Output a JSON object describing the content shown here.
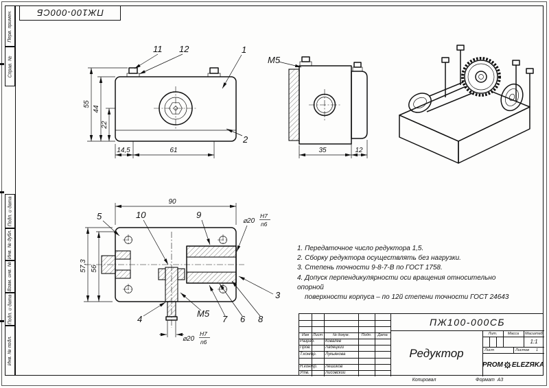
{
  "sheet": {
    "top_code": "ПЖ100-000СБ",
    "kopiroval": "Копировал",
    "format_label": "Формат",
    "format_value": "А3"
  },
  "side_stamps": [
    "Перв. примен.",
    "Справ. №",
    "Подп. и дата",
    "Инв. № дубл.",
    "Взам. инв. №",
    "Подп. и дата",
    "Инв. № подл."
  ],
  "front_view": {
    "callout_11": "11",
    "callout_12": "12",
    "callout_1": "1",
    "callout_2": "2",
    "dim_total_height": "55",
    "dim_body_height": "44",
    "dim_axis_height": "22",
    "dim_bolt_offset": "14,5",
    "dim_bolt_spacing": "61"
  },
  "side_view": {
    "thread": "М5",
    "dim_body_width": "35",
    "dim_flange_width": "12"
  },
  "section_view": {
    "callout_5": "5",
    "callout_10": "10",
    "callout_9": "9",
    "callout_4": "4",
    "callout_7": "7",
    "callout_6": "6",
    "callout_8": "8",
    "callout_3": "3",
    "dim_width": "90",
    "dim_height_1": "57,3",
    "dim_height_2": "56",
    "thread": "М5",
    "diameter": "⌀20",
    "fit_upper": "Н7",
    "fit_lower": "п6"
  },
  "notes": {
    "line1": "1. Передаточное число редуктора 1,5.",
    "line2": "2. Сборку редуктора осуществлять без нагрузки.",
    "line3": "3. Степень точности 9-8-7-В по ГОСТ 1758.",
    "line4": "4. Допуск перпендикулярности оси вращения относительно опорной",
    "line5": "поверхности корпуса – по 12й степени точности ГОСТ 24643"
  },
  "title_block": {
    "doc_number": "ПЖ100-000СБ",
    "product_name": "Редуктор",
    "col_izm": "Изм",
    "col_list": "Лист",
    "col_doc": "№ докум.",
    "col_podp": "Подп.",
    "col_data": "Дата",
    "role_razrab": "Разраб.",
    "name_razrab": "Ковалев",
    "role_prov": "Пров.",
    "name_prov": "Лабецкий",
    "role_tkontr": "Т.контр.",
    "name_tkontr": "Лукьянова",
    "role_nkontr": "Н.контр.",
    "name_nkontr": "Лешиков",
    "role_utv": "Утв.",
    "name_utv": "Лисовский",
    "lit_label": "Лит.",
    "mass_label": "Масса",
    "scale_label": "Масштаб",
    "scale_value": "1:1",
    "sheet_label": "Лист",
    "sheets_label": "Листов",
    "sheets_value": "1",
    "logo_left": "PROM",
    "logo_right": "ELEZЯKA"
  }
}
